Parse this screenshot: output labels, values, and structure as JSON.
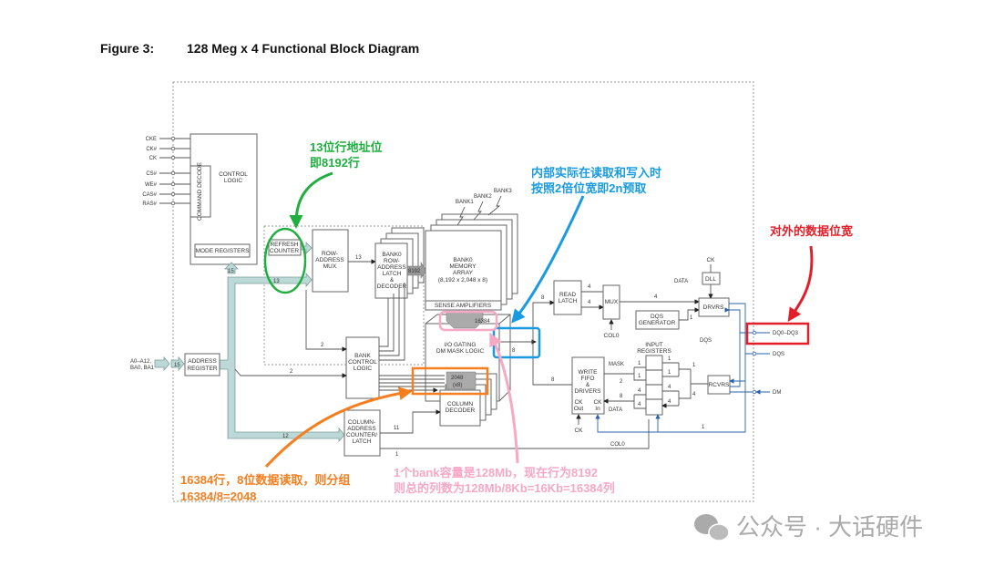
{
  "figure": {
    "label": "Figure 3:",
    "title": "128 Meg x 4 Functional Block Diagram"
  },
  "inputs": [
    "CKE",
    "CK#",
    "CK",
    "CS#",
    "WE#",
    "CAS#",
    "RAS#"
  ],
  "address_input": {
    "line1": "A0–A12,",
    "line2": "BA0, BA1",
    "width": "15"
  },
  "blocks": {
    "control_logic": [
      "CONTROL",
      "LOGIC"
    ],
    "command_decode": "COMMAND DECODE",
    "mode_registers": "MODE REGISTERS",
    "refresh_counter": [
      "REFRESH",
      "COUNTER"
    ],
    "row_address_mux": [
      "ROW-",
      "ADDRESS",
      "MUX"
    ],
    "bank0_row_latch": [
      "BANK0",
      "ROW-",
      "ADDRESS",
      "LATCH",
      "&",
      "DECODER"
    ],
    "memory_array": [
      "BANK0",
      "MEMORY",
      "ARRAY",
      "(8,192 x 2,048 x 8)"
    ],
    "sense_amplifiers": "SENSE AMPLIFIERS",
    "io_gating": [
      "I/O GATING",
      "DM MASK LOGIC"
    ],
    "bank_control_logic": [
      "BANK",
      "CONTROL",
      "LOGIC"
    ],
    "column_decoder": [
      "COLUMN",
      "DECODER"
    ],
    "column_address_counter": [
      "COLUMN-",
      "ADDRESS",
      "COUNTER/",
      "LATCH"
    ],
    "address_register": [
      "ADDRESS",
      "REGISTER"
    ],
    "read_latch": [
      "READ",
      "LATCH"
    ],
    "mux": "MUX",
    "dqs_generator": [
      "DQS",
      "GENERATOR"
    ],
    "drvrs": "DRVRS",
    "dll": "DLL",
    "rcvrs": "RCVRS",
    "write_fifo": [
      "WRITE",
      "FIFO",
      "&",
      "DRIVERS"
    ],
    "ck_out": [
      "CK",
      "Out"
    ],
    "ck_in": [
      "CK",
      "In"
    ],
    "input_registers": [
      "INPUT",
      "REGISTERS"
    ]
  },
  "bank_labels": [
    "BANK1",
    "BANK2",
    "BANK3"
  ],
  "bus_labels": {
    "b15": "15",
    "b13": "13",
    "b13r": "13",
    "b8192": "8192",
    "b16384": "16384",
    "b2a": "2",
    "b2b": "2",
    "b2048": [
      "2048",
      "(x8)"
    ],
    "b12": "12",
    "b11": "11",
    "b1": "1",
    "b8io": "8",
    "b8r": "8",
    "b4a": "4",
    "b4b": "4",
    "b4d": "4",
    "b1dqs": "1",
    "b8w": "8",
    "mask": "MASK",
    "m1a": "1",
    "m1b": "1",
    "m2": "2",
    "data_w": "DATA",
    "d8": "8",
    "i1a": "1",
    "i1b": "1",
    "i4a": "4",
    "i4b": "4",
    "i4c": "4",
    "i4d": "4",
    "r1": "1",
    "r4": "4",
    "b1bot": "1",
    "col0_bottom": "COL0",
    "col0_mux": "COL0",
    "data": "DATA",
    "dqs_lbl": "DQS",
    "ck_dll": "CK",
    "ck_fifo": "CK"
  },
  "pins": {
    "dq": "DQ0–DQ3",
    "dqs": "DQS",
    "dm": "DM"
  },
  "annotations": {
    "green": [
      "13位行地址位",
      "即8192行"
    ],
    "blue": [
      "内部实际在读取和写入时",
      "按照2倍位宽即2n预取"
    ],
    "red": "对外的数据位宽",
    "orange": [
      "16384行，8位数据读取，则分组",
      "16384/8=2048"
    ],
    "pink": [
      "1个bank容量是128Mb，现在行为8192",
      "则总的列数为128Mb/8Kb=16Kb=16384列"
    ]
  },
  "colors": {
    "green": "#1fae3f",
    "blue": "#1a9be0",
    "red": "#e3202a",
    "orange": "#f57f20",
    "pink": "#f7a8c4",
    "bus": "#bcd9d7"
  },
  "watermark": "公众号 · 大话硬件"
}
